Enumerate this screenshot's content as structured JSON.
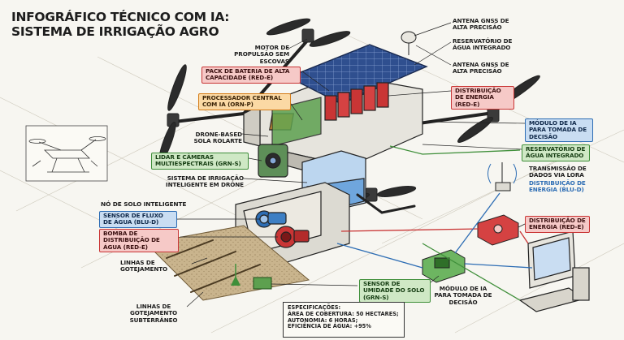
{
  "title": {
    "line1": "INFOGRÁFICO TÉCNICO COM IA:",
    "line2": "SISTEMA DE IRRIGAÇÃO AGRO"
  },
  "labels": {
    "motor": "MOTOR DE PROPULSÃO SEM ESCOVAS",
    "battery": "PACK DE BATERIA DE ALTA CAPACIDADE (RED-E)",
    "cpu": "PROCESSADOR CENTRAL COM IA (ORN-P)",
    "drone_based": "DRONE-BASED SOLA ROLARTE",
    "lidar": "LIDAR E CÂMERAS MULTIESPECTRAIS (GRN-S)",
    "irrigation_system": "SISTEMA DE IRRIGAÇÃO INTELIGENTE EM DRONE",
    "gnss_top": "ANTENA GNSS DE ALTA PRECISÃO",
    "reservoir_top": "RESERVATÓRIO DE ÁGUA INTEGRADO",
    "gnss_mid": "ANTENA GNSS DE ALTA PRECISÃO",
    "energy_dist_top": "DISTRIBUIÇÃO DE ENERGIA (RED-E)",
    "ai_module_right": "MÓDULO DE IA PARA TOMADA DE DECISÃO",
    "reservoir_right": "RESERVATÓRIO DE ÁGUA INTEGRADO",
    "lora": "TRANSMISSÃO DE DADOS VIA LORA",
    "energy_dist_blue": "DISTRIBUIÇÃO DE ENERGIA (BLU-D)",
    "energy_dist_bottom": "DISTRIBUIÇÃO DE ENERGIA (RED-E)",
    "soil_node": "NÓ DE SOLO INTELIGENTE",
    "flow_sensor": "SENSOR DE FLUXO DE ÁGUA (BLU-D)",
    "pump": "BOMBA DE DISTRIBUIÇÃO DE ÁGUA (RED-E)",
    "drip_lines": "LINHAS DE GOTEJAMENTO",
    "subsurface": "LINHAS DE GOTEJAMENTO SUBTERRÂNEO",
    "moisture": "SENSOR DE UMIDADE DO SOLO (GRN-S)",
    "ai_module_bottom": "MÓDULO DE IA PARA TOMADA DE DECISÃO"
  },
  "specs": {
    "heading": "ESPECIFICAÇÕES:",
    "area": "ÁREA DE COBERTURA: 50 HECTARES;",
    "autonomy": "AUTONOMIA: 6 HORAS;",
    "efficiency": "EFICIÊNCIA DE ÁGUA: +95%"
  },
  "colors": {
    "red": "#c93535",
    "orange": "#d47b16",
    "green": "#3f8f3a",
    "blue": "#2d6db4",
    "ink": "#1d1d1d"
  }
}
